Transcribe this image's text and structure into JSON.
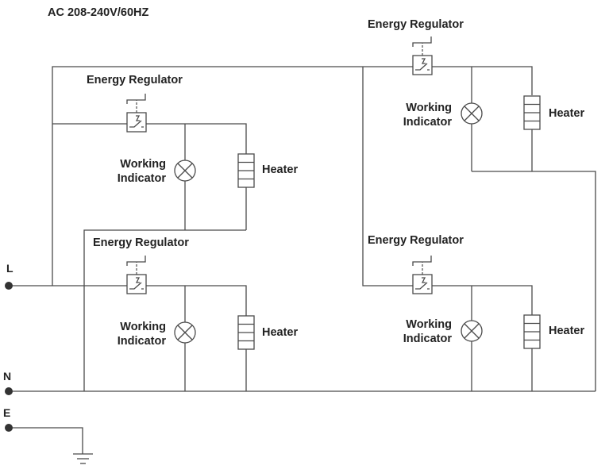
{
  "title": "AC 208-240V/60HZ",
  "terminals": {
    "L": "L",
    "N": "N",
    "E": "E"
  },
  "circuits": [
    {
      "id": "top-left",
      "regulator_label": "Energy Regulator",
      "indicator_label_line1": "Working",
      "indicator_label_line2": "Indicator",
      "heater_label": "Heater"
    },
    {
      "id": "bottom-left",
      "regulator_label": "Energy Regulator",
      "indicator_label_line1": "Working",
      "indicator_label_line2": "Indicator",
      "heater_label": "Heater"
    },
    {
      "id": "top-right",
      "regulator_label": "Energy Regulator",
      "indicator_label_line1": "Working",
      "indicator_label_line2": "Indicator",
      "heater_label": "Heater"
    },
    {
      "id": "bottom-right",
      "regulator_label": "Energy Regulator",
      "indicator_label_line1": "Working",
      "indicator_label_line2": "Indicator",
      "heater_label": "Heater"
    }
  ],
  "colors": {
    "wire": "#4a4a4a",
    "text": "#222222"
  }
}
